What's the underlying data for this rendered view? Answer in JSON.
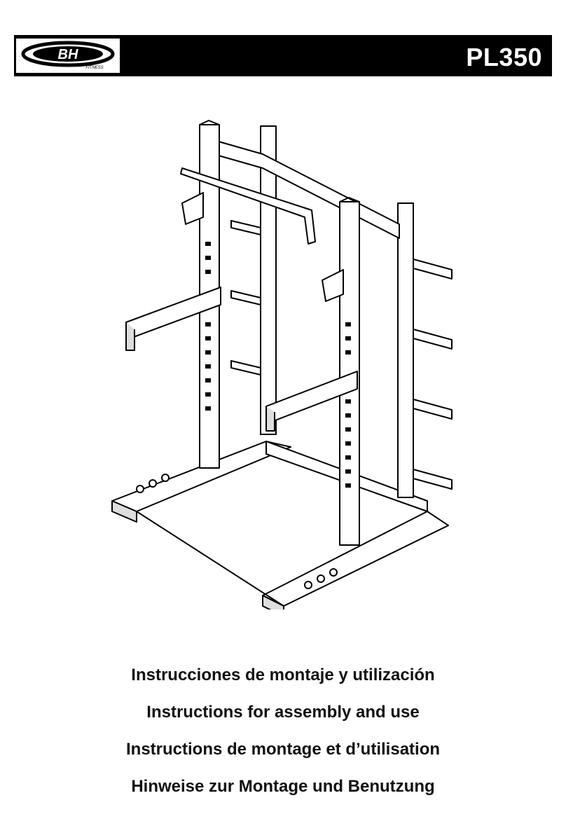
{
  "header": {
    "brand_logo_text": "BH",
    "brand_tagline": "FITNESS",
    "model": "PL350"
  },
  "titles": [
    "Instrucciones de montaje y utilización",
    "Instructions for assembly and use",
    "Instructions de montage et d’utilisation",
    "Hinweise zur Montage und Benutzung"
  ],
  "colors": {
    "header_background": "#000000",
    "header_text": "#ffffff",
    "title_text": "#111111"
  }
}
